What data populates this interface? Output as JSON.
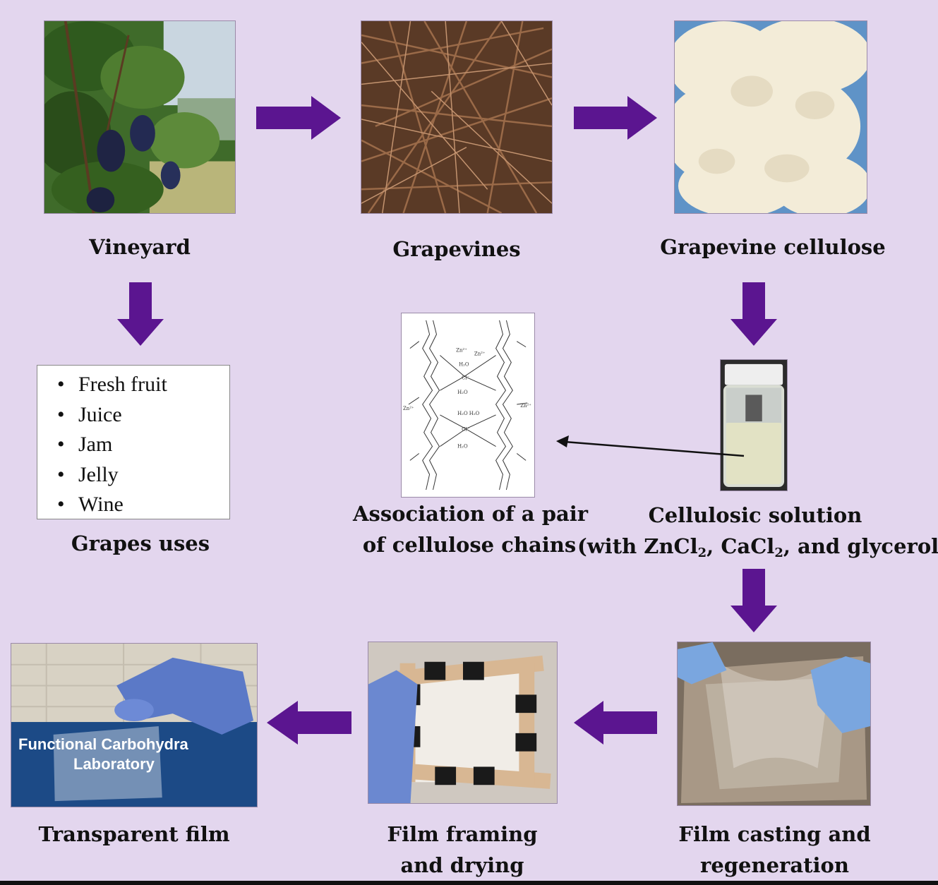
{
  "steps": {
    "vineyard": "Vineyard",
    "grapevines": "Grapevines",
    "grapevine_cellulose": "Grapevine cellulose",
    "grapes_uses": "Grapes uses",
    "association_line1": "Association of a pair",
    "association_line2": "of cellulose chains",
    "solution_line1": "Cellulosic solution",
    "solution_line2_parts": [
      "(with ZnCl",
      "2",
      ", CaCl",
      "2",
      ", and glycerol)"
    ],
    "transparent_film": "Transparent film",
    "framing_line1": "Film framing",
    "framing_line2": "and drying",
    "casting_line1": "Film casting and",
    "casting_line2": "regeneration"
  },
  "uses": [
    "Fresh fruit",
    "Juice",
    "Jam",
    "Jelly",
    "Wine"
  ],
  "sign": {
    "line1": "Functional Carbohydra",
    "line2": "Laboratory"
  },
  "colors": {
    "background": "#e3d6ee",
    "arrow": "#5b1590"
  }
}
